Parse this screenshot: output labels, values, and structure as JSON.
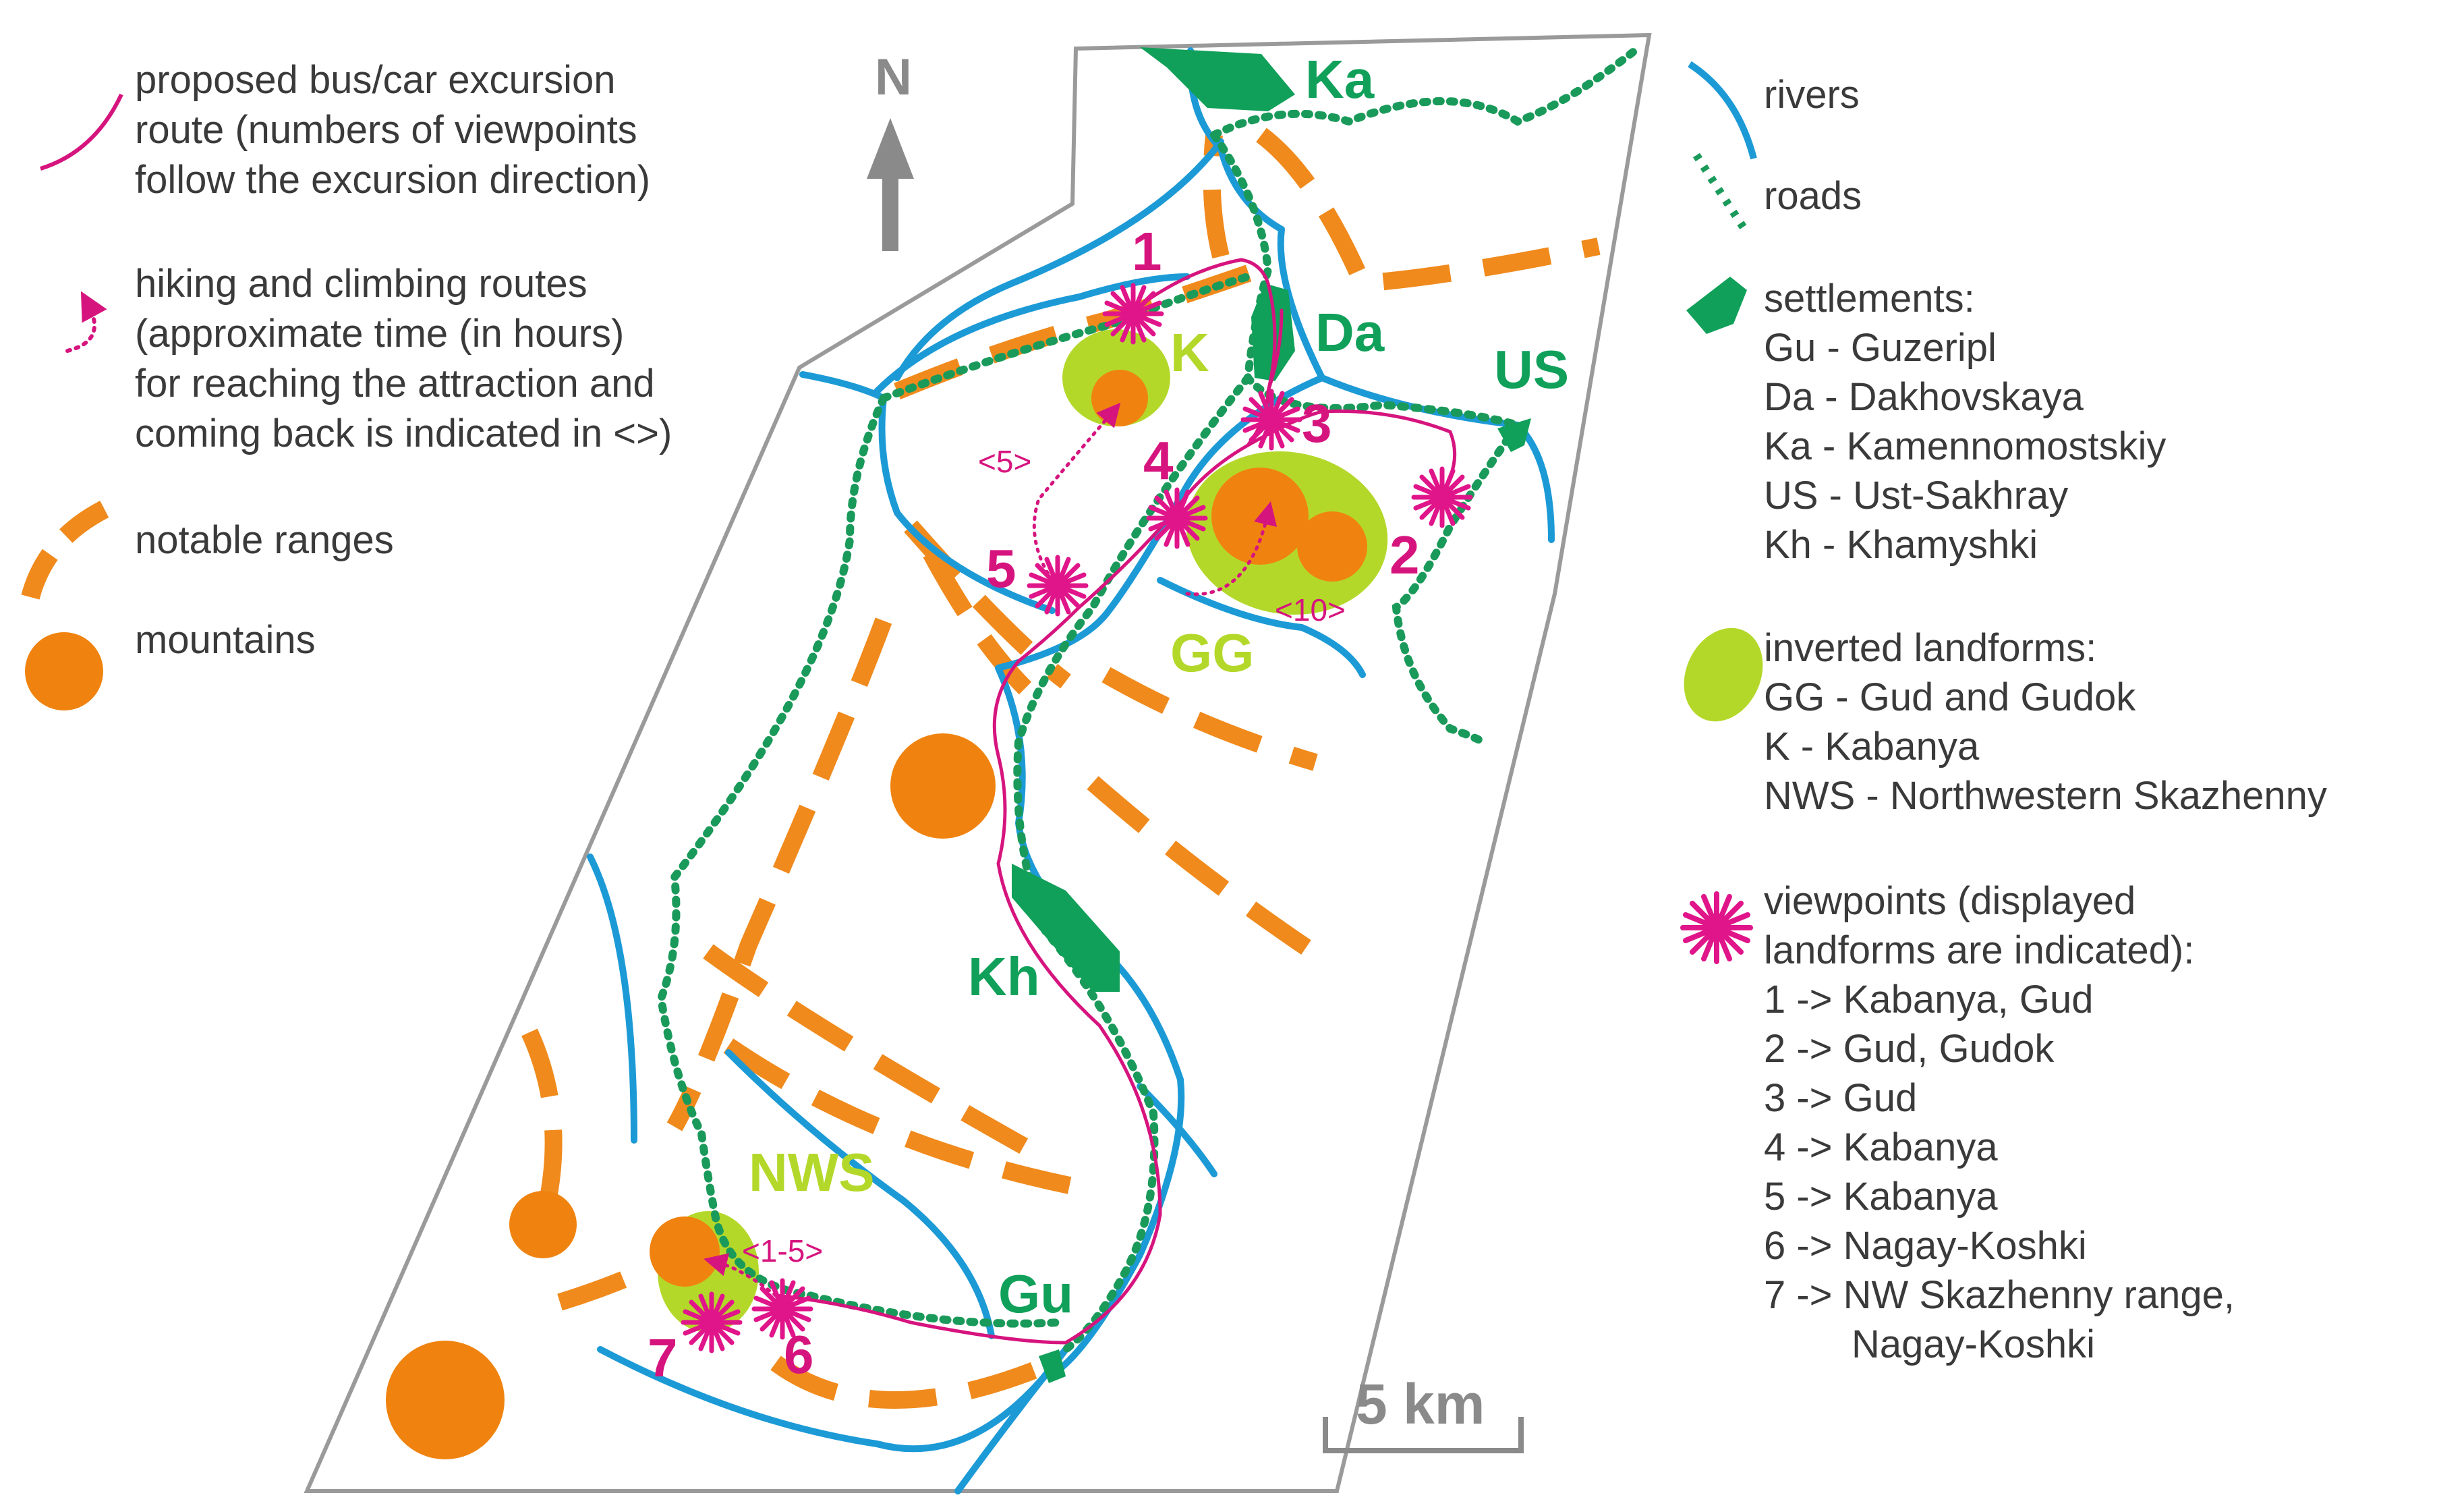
{
  "colors": {
    "river": "#1c9ad6",
    "road": "#1a9a5a",
    "range": "#f08a1c",
    "mountain": "#f0830f",
    "settlement": "#10a05a",
    "inverted_landform": "#b4d82a",
    "viewpoint": "#e0158a",
    "route": "#d6147e",
    "frame": "#9a9a9a",
    "text": "#3a3a3a"
  },
  "legend_left": {
    "route": [
      "proposed bus/car excursion",
      "route (numbers of viewpoints",
      "follow the excursion direction)"
    ],
    "hiking": [
      "hiking and climbing routes",
      "(approximate time (in hours)",
      "for reaching the attraction and",
      "coming back is indicated in <>)"
    ],
    "ranges": "notable ranges",
    "mountains": "mountains"
  },
  "legend_right": {
    "rivers": "rivers",
    "roads": "roads",
    "settlements_title": "settlements:",
    "settlements": [
      "Gu - Guzeripl",
      "Da - Dakhovskaya",
      "Ka - Kamennomostskiy",
      "US - Ust-Sakhray",
      "Kh - Khamyshki"
    ],
    "inverted_title": "inverted landforms:",
    "inverted": [
      "GG - Gud and Gudok",
      "K - Kabanya",
      "NWS - Northwestern Skazhenny"
    ],
    "viewpoints_title": [
      "viewpoints (displayed",
      "landforms are indicated):"
    ],
    "viewpoints": [
      "1 -> Kabanya, Gud",
      "2 -> Gud, Gudok",
      "3 -> Gud",
      "4 -> Kabanya",
      "5 -> Kabanya",
      "6 -> Nagay-Koshki",
      "7 -> NW Skazhenny range,",
      "Nagay-Koshki"
    ]
  },
  "map": {
    "north": "N",
    "scale": "5 km",
    "settlements": {
      "ka": "Ka",
      "da": "Da",
      "us": "US",
      "kh": "Kh",
      "gu": "Gu"
    },
    "landforms": {
      "k": "K",
      "gg": "GG",
      "nws": "NWS"
    },
    "viewpoint_numbers": [
      "1",
      "2",
      "3",
      "4",
      "5",
      "6",
      "7"
    ],
    "hiking_times": {
      "k": "<5>",
      "gg": "<10>",
      "nws": "<1-5>"
    }
  }
}
